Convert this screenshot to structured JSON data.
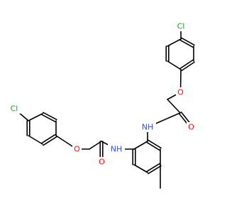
{
  "molecule": {
    "colors": {
      "bond": "#000000",
      "carbon": "#000000",
      "oxygen": "#ff0d0d",
      "nitrogen": "#3050f8",
      "chlorine": "#1fa01f",
      "hydrogen": "#3050f8"
    },
    "labels": {
      "cl_upper": "Cl",
      "o_ether_upper": "O",
      "o_carbonyl_upper": "O",
      "nh_upper": "NH",
      "cl_left": "Cl",
      "o_ether_left": "O",
      "o_carbonyl_left": "O",
      "nh_left": "NH"
    }
  }
}
